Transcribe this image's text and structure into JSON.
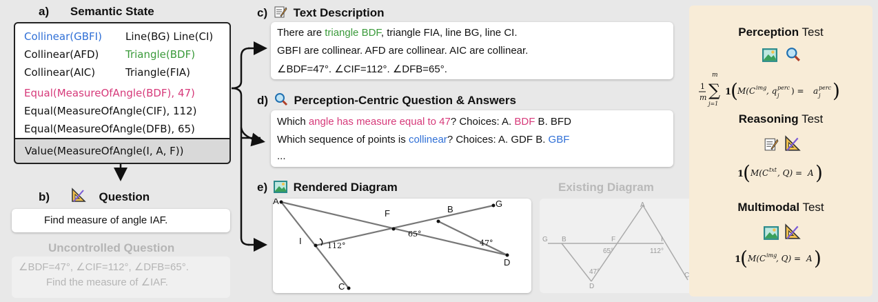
{
  "semantic_state": {
    "label": "a)",
    "title": "Semantic State",
    "lines": [
      {
        "a": "Collinear(GBFI)",
        "b": "Line(BG) Line(CI)"
      },
      {
        "a": "Collinear(AFD)",
        "b": "Triangle(BDF)"
      },
      {
        "a": "Collinear(AIC)",
        "b": "Triangle(FIA)"
      }
    ],
    "equal_lines": [
      "Equal(MeasureOfAngle(BDF), 47)",
      "Equal(MeasureOfAngle(CIF), 112)",
      "Equal(MeasureOfAngle(DFB), 65)"
    ],
    "value": "Value(MeasureOfAngle(I, A, F))"
  },
  "question": {
    "label": "b)",
    "title": "Question",
    "text": "Find measure of angle IAF."
  },
  "uncontrolled": {
    "title": "Uncontrolled Question",
    "line1": "∠BDF=47°, ∠CIF=112°, ∠DFB=65°.",
    "line2": "Find the measure of ∠IAF."
  },
  "text_description": {
    "label": "c)",
    "title": "Text Description",
    "l1_a": "There are ",
    "l1_b": "triangle BDF",
    "l1_c": ", triangle FIA, line BG, line CI.",
    "l2": "GBFI are collinear. AFD are collinear. AIC are collinear.",
    "l3": "∠BDF=47°. ∠CIF=112°. ∠DFB=65°."
  },
  "perception_qa": {
    "label": "d)",
    "title": "Perception-Centric Question & Answers",
    "q1_a": "Which ",
    "q1_b": "angle has measure equal to 47",
    "q1_c": "? Choices: A. ",
    "q1_d": "BDF",
    "q1_e": " B. BFD",
    "q2_a": "Which sequence of points is ",
    "q2_b": "collinear",
    "q2_c": "? Choices: A. GDF B. ",
    "q2_d": "GBF",
    "q3": "..."
  },
  "rendered": {
    "label": "e)",
    "title": "Rendered Diagram",
    "points": [
      "A",
      "F",
      "B",
      "G",
      "I",
      "C",
      "D"
    ],
    "angles": [
      "112°",
      "65°",
      "47°"
    ]
  },
  "existing": {
    "title": "Existing Diagram",
    "points": [
      "A",
      "G",
      "B",
      "F",
      "I",
      "D",
      "C"
    ],
    "angles": [
      "65°",
      "112°",
      "47°"
    ]
  },
  "tests": {
    "perception": {
      "bold": "Perception",
      "rest": " Test"
    },
    "reasoning": {
      "bold": "Reasoning",
      "rest": " Test"
    },
    "multimodal": {
      "bold": "Multimodal",
      "rest": " Test"
    }
  },
  "colors": {
    "green": "#3a9a3a",
    "blue": "#2f6fd6",
    "pink": "#d63a7a",
    "panel": "#f8ecd7"
  }
}
